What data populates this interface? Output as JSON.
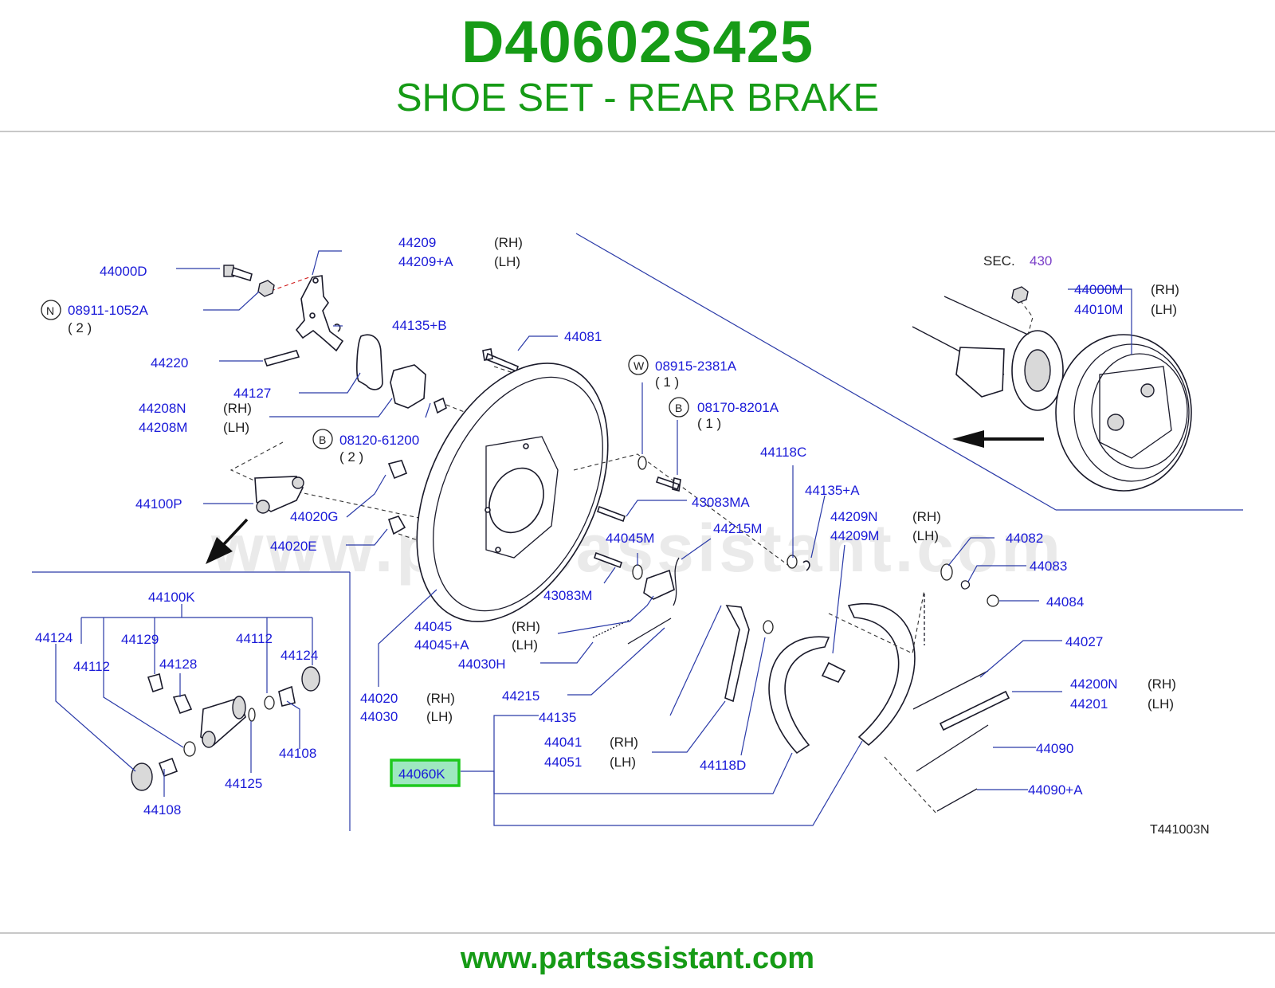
{
  "header": {
    "part_number": "D40602S425",
    "subtitle": "SHOE SET - REAR BRAKE"
  },
  "footer": {
    "url": "www.partsassistant.com"
  },
  "watermark": "www.partsassistant.com",
  "colors": {
    "title_green": "#169b16",
    "label_blue": "#1a1ad8",
    "highlight_green": "#1ec81e",
    "highlight_fill": "#9ee8c0"
  },
  "diagram": {
    "code": "T441003N",
    "highlighted_part": "44060K",
    "sec": {
      "prefix": "SEC.",
      "number": "430"
    },
    "labels": {
      "l44209": "44209",
      "l44209rh": "(RH)",
      "l44209a": "44209+A",
      "l44209alh": "(LH)",
      "l44000d": "44000D",
      "n_badge": "N",
      "l08911": "08911-1052A",
      "l08911q": "( 2 )",
      "l44135b": "44135+B",
      "l44220": "44220",
      "l44081": "44081",
      "w_badge": "W",
      "l08915": "08915-2381A",
      "l08915q": "( 1 )",
      "l44127": "44127",
      "l44208n": "44208N",
      "l44208nrh": "(RH)",
      "l44208m": "44208M",
      "l44208mlh": "(LH)",
      "b1_badge": "B",
      "l08170": "08170-8201A",
      "l08170q": "( 1 )",
      "b2_badge": "B",
      "l08120": "08120-61200",
      "l08120q": "( 2 )",
      "l44118c": "44118C",
      "l44135a": "44135+A",
      "l43083ma": "43083MA",
      "l44209n": "44209N",
      "l44209nrh": "(RH)",
      "l44209m": "44209M",
      "l44209mlh": "(LH)",
      "l44100p": "44100P",
      "l44020g": "44020G",
      "l44020e": "44020E",
      "l44045m": "44045M",
      "l44215m": "44215M",
      "l44082": "44082",
      "l44083": "44083",
      "l43083m": "43083M",
      "l44084": "44084",
      "l44100k": "44100K",
      "l44124a": "44124",
      "l44129": "44129",
      "l44112a": "44112",
      "l44124b": "44124",
      "l44112b": "44112",
      "l44128": "44128",
      "l44045": "44045",
      "l44045rh": "(RH)",
      "l44045a": "44045+A",
      "l44045alh": "(LH)",
      "l44030h": "44030H",
      "l44027": "44027",
      "l44020": "44020",
      "l44020rh": "(RH)",
      "l44030": "44030",
      "l44030lh": "(LH)",
      "l44215": "44215",
      "l44200n": "44200N",
      "l44200nrh": "(RH)",
      "l44201": "44201",
      "l44201lh": "(LH)",
      "l44135": "44135",
      "l44108a": "44108",
      "l44041": "44041",
      "l44041rh": "(RH)",
      "l44051": "44051",
      "l44051lh": "(LH)",
      "l44090": "44090",
      "l44118d": "44118D",
      "l44125": "44125",
      "l44090a": "44090+A",
      "l44108b": "44108",
      "l44000m": "44000M",
      "l44000mrh": "(RH)",
      "l44010m": "44010M",
      "l44010mlh": "(LH)"
    }
  }
}
